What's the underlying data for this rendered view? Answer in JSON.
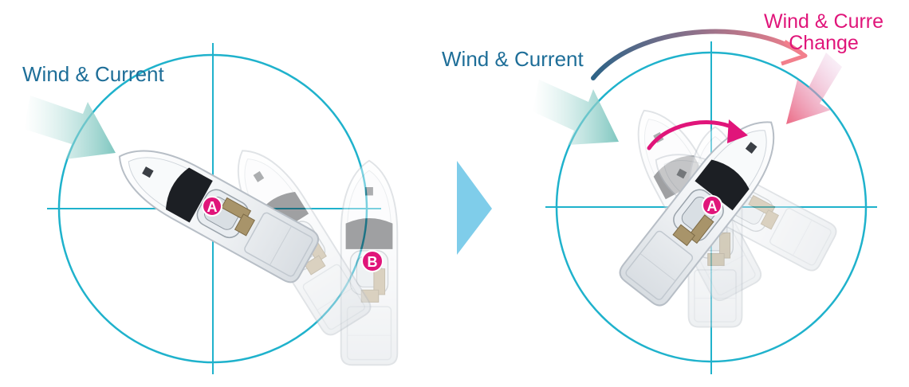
{
  "colors": {
    "grid": "#1fb2cc",
    "label_blue": "#1e6e98",
    "label_magenta": "#e0157a",
    "marker": "#e0157a",
    "next_arrow": "#7fcdea"
  },
  "left_panel": {
    "wind_label": "Wind & Current",
    "marker_a": "A",
    "marker_b": "B"
  },
  "right_panel": {
    "wind_label": "Wind & Current",
    "change_label_line1": "Wind & Curre",
    "change_label_line2": "Change",
    "marker_a": "A"
  }
}
